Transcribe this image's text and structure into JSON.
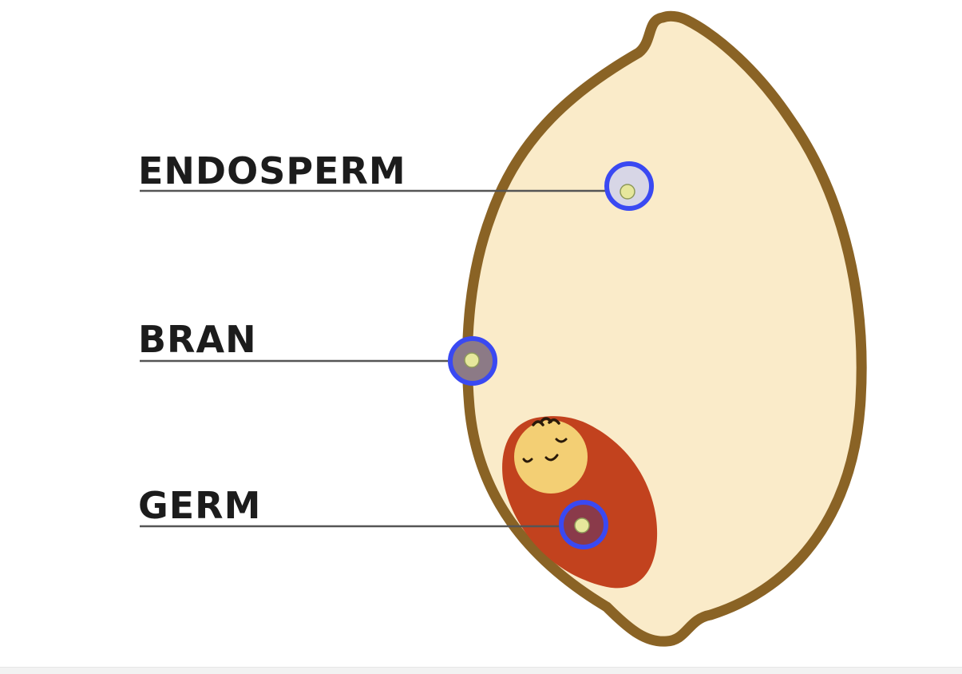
{
  "diagram": {
    "labels": [
      {
        "id": "endosperm",
        "text": "ENDOSPERM"
      },
      {
        "id": "bran",
        "text": "BRAN"
      },
      {
        "id": "germ",
        "text": "GERM"
      }
    ]
  },
  "colors": {
    "grain_fill": "#faebc9",
    "grain_outline": "#8a6325",
    "germ_fill": "#c2421e",
    "embryo_fill": "#f3cf74",
    "hotspot_ring": "#3a49f2",
    "hotspot_center": "#e6e79c"
  }
}
